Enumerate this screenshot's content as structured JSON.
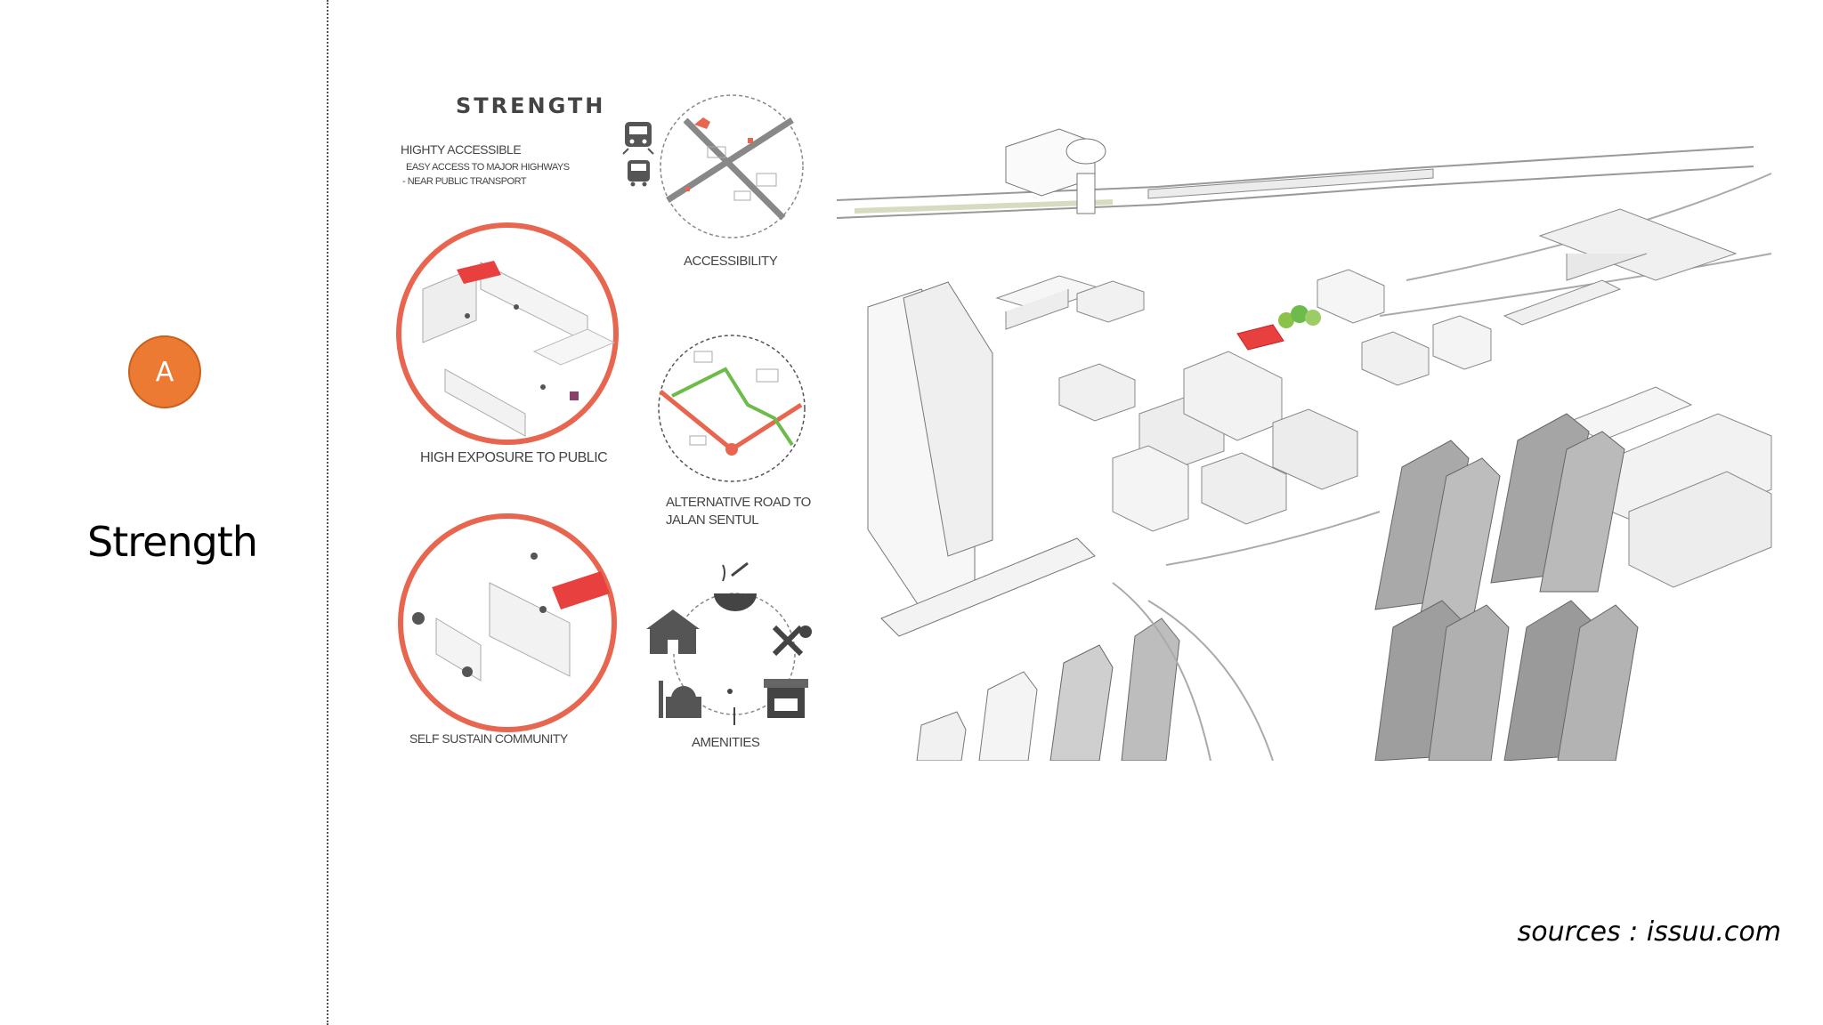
{
  "slide": {
    "badge": "A",
    "title": "Strength",
    "source": "sources : issuu.com"
  },
  "figure": {
    "heading": "STRENGTH",
    "access_line1": "HIGHTY ACCESSIBLE",
    "access_line2": "EASY ACCESS TO MAJOR HIGHWAYS",
    "access_line3": "- NEAR PUBLIC TRANSPORT",
    "label_accessibility": "ACCESSIBILITY",
    "label_exposure": "HIGH EXPOSURE TO PUBLIC",
    "label_alt_road_1": "ALTERNATIVE ROAD TO",
    "label_alt_road_2": "JALAN SENTUL",
    "label_community": "SELF SUSTAIN COMMUNITY",
    "label_amenities": "AMENITIES"
  },
  "colors": {
    "badge": "#ec7a32",
    "ring": "#e8664f",
    "site_red": "#e8403f",
    "route_green": "#6dbb4a",
    "trees": "#8bc34a"
  }
}
